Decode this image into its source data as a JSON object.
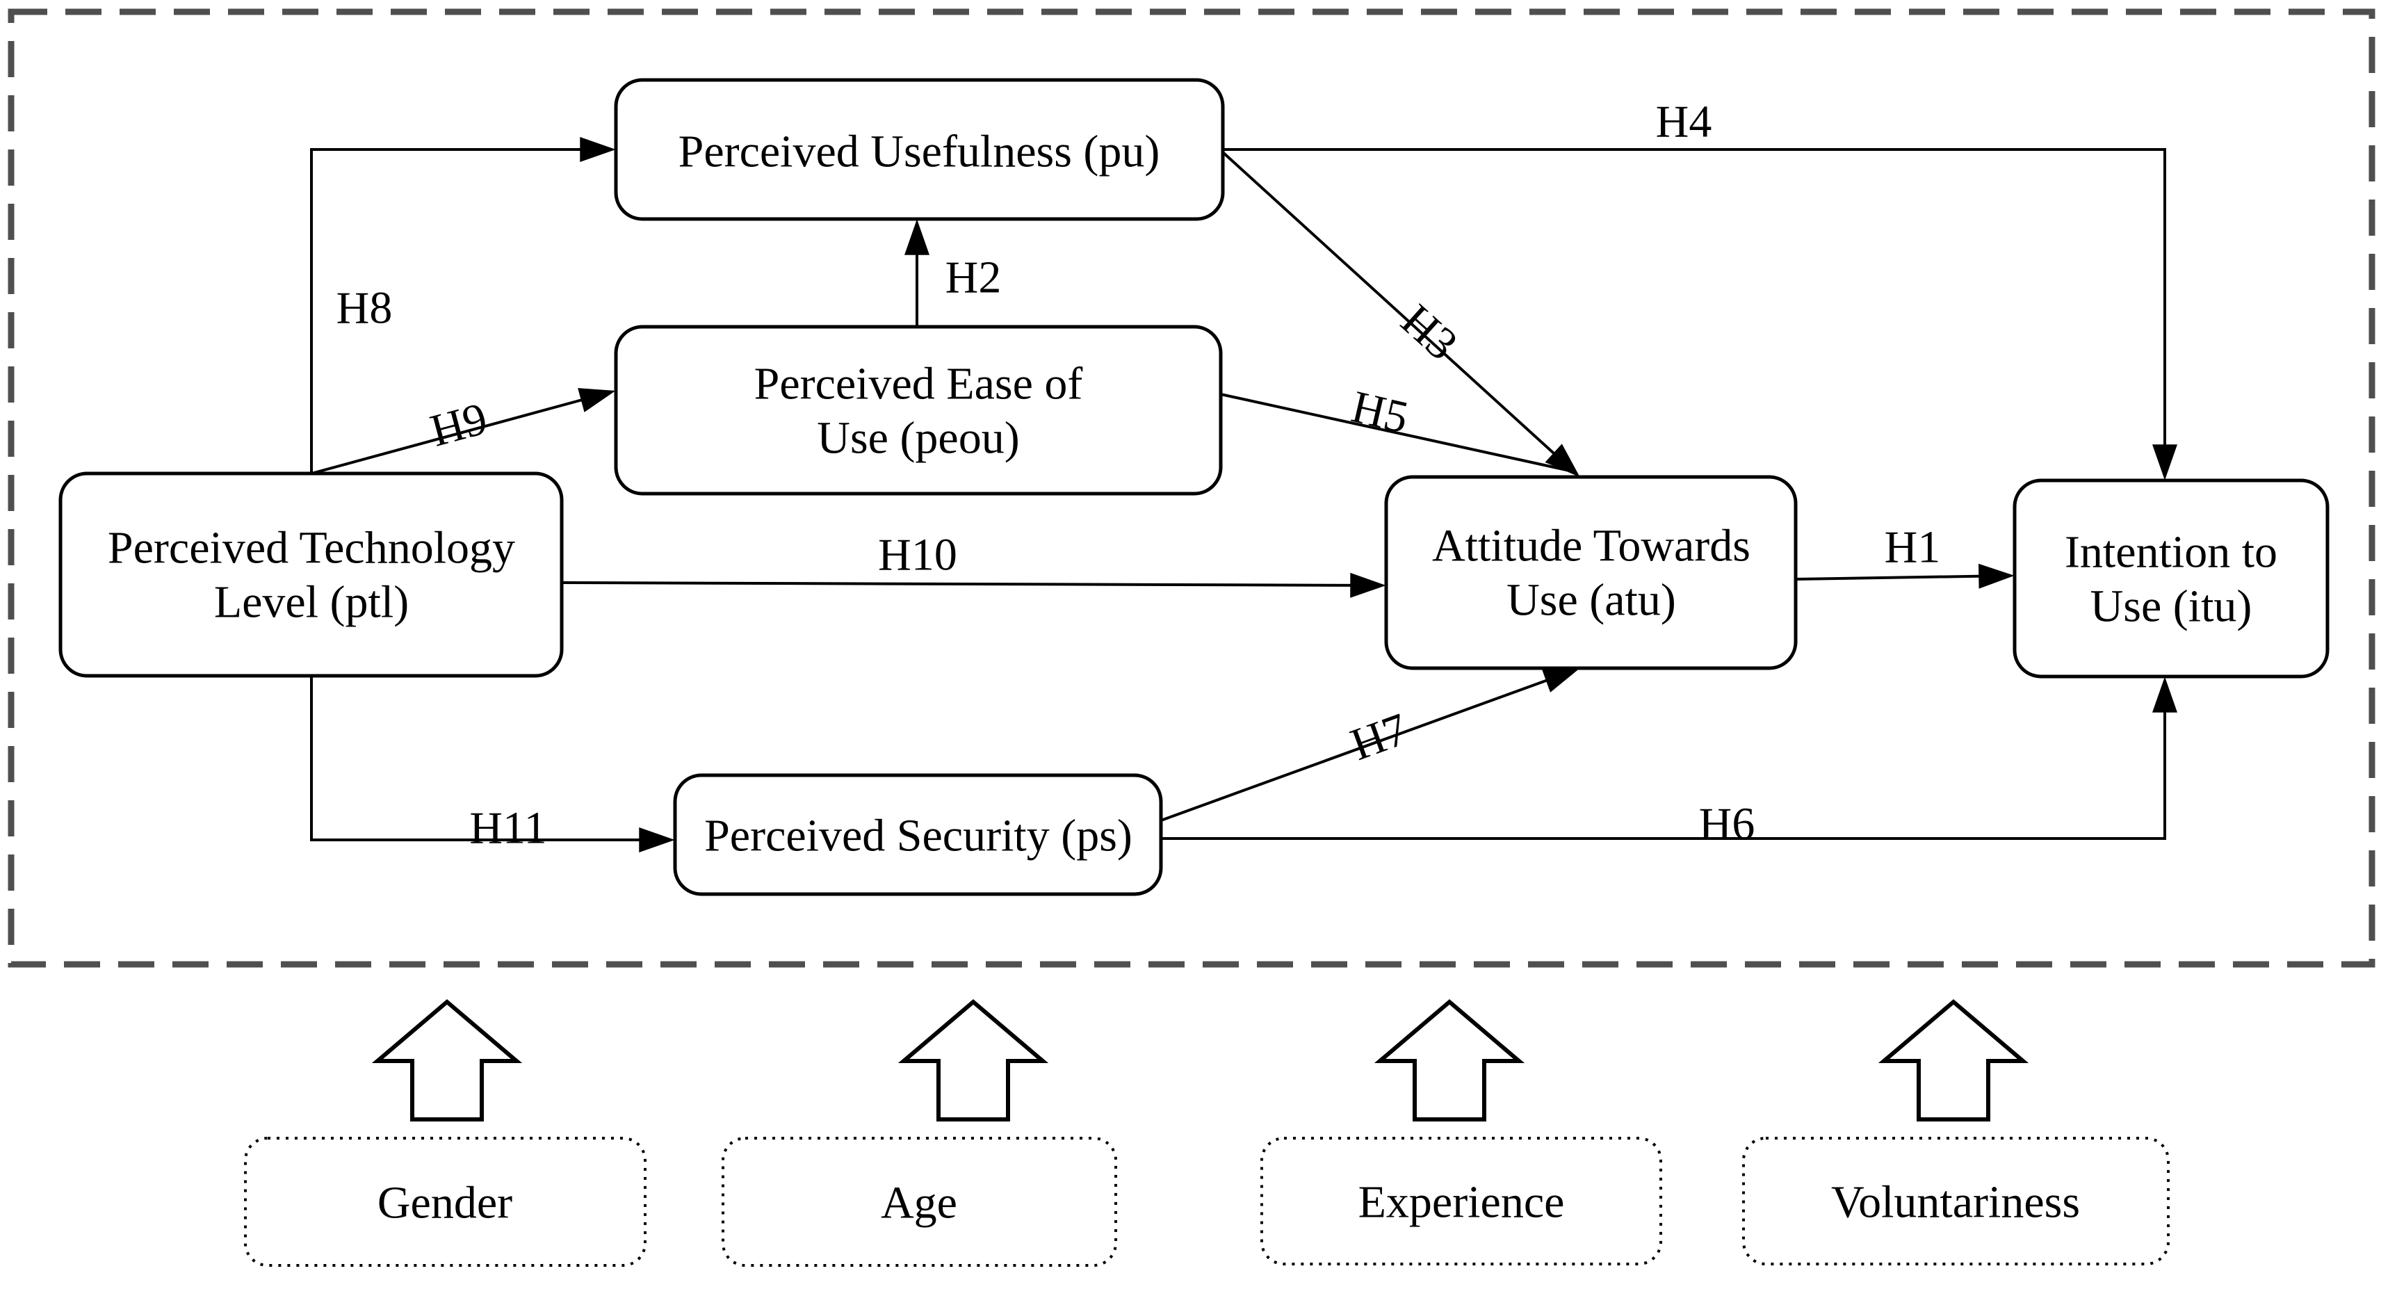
{
  "nodes": {
    "pu": {
      "label": "Perceived Usefulness (pu)"
    },
    "peou": {
      "line1": "Perceived Ease of",
      "line2": "Use (peou)"
    },
    "ptl": {
      "line1": "Perceived Technology",
      "line2": "Level (ptl)"
    },
    "atu": {
      "line1": "Attitude Towards",
      "line2": "Use (atu)"
    },
    "itu": {
      "line1": "Intention to",
      "line2": "Use (itu)"
    },
    "ps": {
      "label": "Perceived Security (ps)"
    }
  },
  "hypotheses": {
    "h1": "H1",
    "h2": "H2",
    "h3": "H3",
    "h4": "H4",
    "h5": "H5",
    "h6": "H6",
    "h7": "H7",
    "h8": "H8",
    "h9": "H9",
    "h10": "H10",
    "h11": "H11"
  },
  "moderators": {
    "gender": "Gender",
    "age": "Age",
    "experience": "Experience",
    "voluntariness": "Voluntariness"
  },
  "colors": {
    "line": "#000000",
    "dashed_border": "#4f4f4f",
    "box_fill": "#ffffff",
    "background": "#ffffff"
  }
}
